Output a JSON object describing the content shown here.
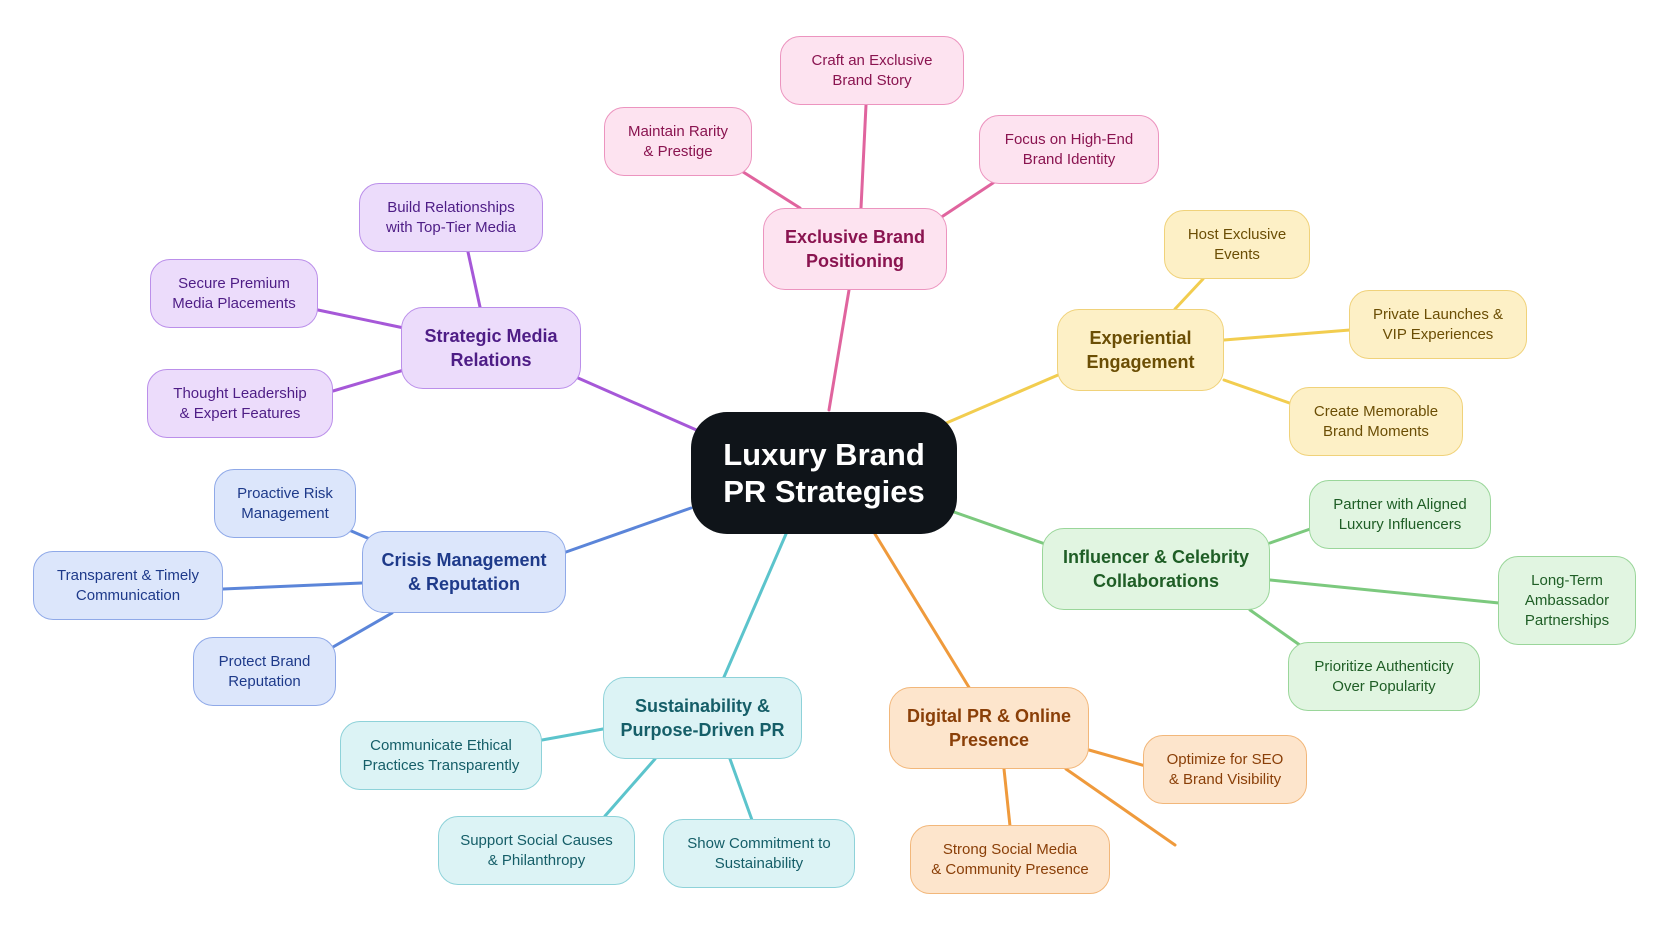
{
  "root": {
    "label": "Luxury Brand\nPR Strategies"
  },
  "branches": {
    "exclusive": {
      "label": "Exclusive Brand\nPositioning",
      "color": "#e0649e",
      "leaves": [
        "Craft an Exclusive\nBrand Story",
        "Maintain Rarity\n& Prestige",
        "Focus on High-End\nBrand Identity"
      ]
    },
    "experiential": {
      "label": "Experiential\nEngagement",
      "color": "#f2cd4f",
      "leaves": [
        "Host Exclusive\nEvents",
        "Private Launches &\nVIP Experiences",
        "Create Memorable\nBrand Moments"
      ]
    },
    "influencer": {
      "label": "Influencer & Celebrity\nCollaborations",
      "color": "#7cc97e",
      "leaves": [
        "Partner with Aligned\nLuxury Influencers",
        "Long-Term\nAmbassador\nPartnerships",
        "Prioritize Authenticity\nOver Popularity"
      ]
    },
    "digital": {
      "label": "Digital PR & Online\nPresence",
      "color": "#ef9a3c",
      "leaves": [
        "Optimize for SEO\n& Brand Visibility",
        "Strong Social Media\n& Community Presence"
      ]
    },
    "sustainability": {
      "label": "Sustainability &\nPurpose-Driven PR",
      "color": "#5cc4cc",
      "leaves": [
        "Communicate Ethical\nPractices Transparently",
        "Support Social Causes\n& Philanthropy",
        "Show Commitment to\nSustainability"
      ]
    },
    "crisis": {
      "label": "Crisis Management\n& Reputation",
      "color": "#5b85d9",
      "leaves": [
        "Proactive Risk\nManagement",
        "Transparent & Timely\nCommunication",
        "Protect Brand\nReputation"
      ]
    },
    "media": {
      "label": "Strategic Media\nRelations",
      "color": "#a658d8",
      "leaves": [
        "Build Relationships\nwith Top-Tier Media",
        "Secure Premium\nMedia Placements",
        "Thought Leadership\n& Expert Features"
      ]
    }
  }
}
